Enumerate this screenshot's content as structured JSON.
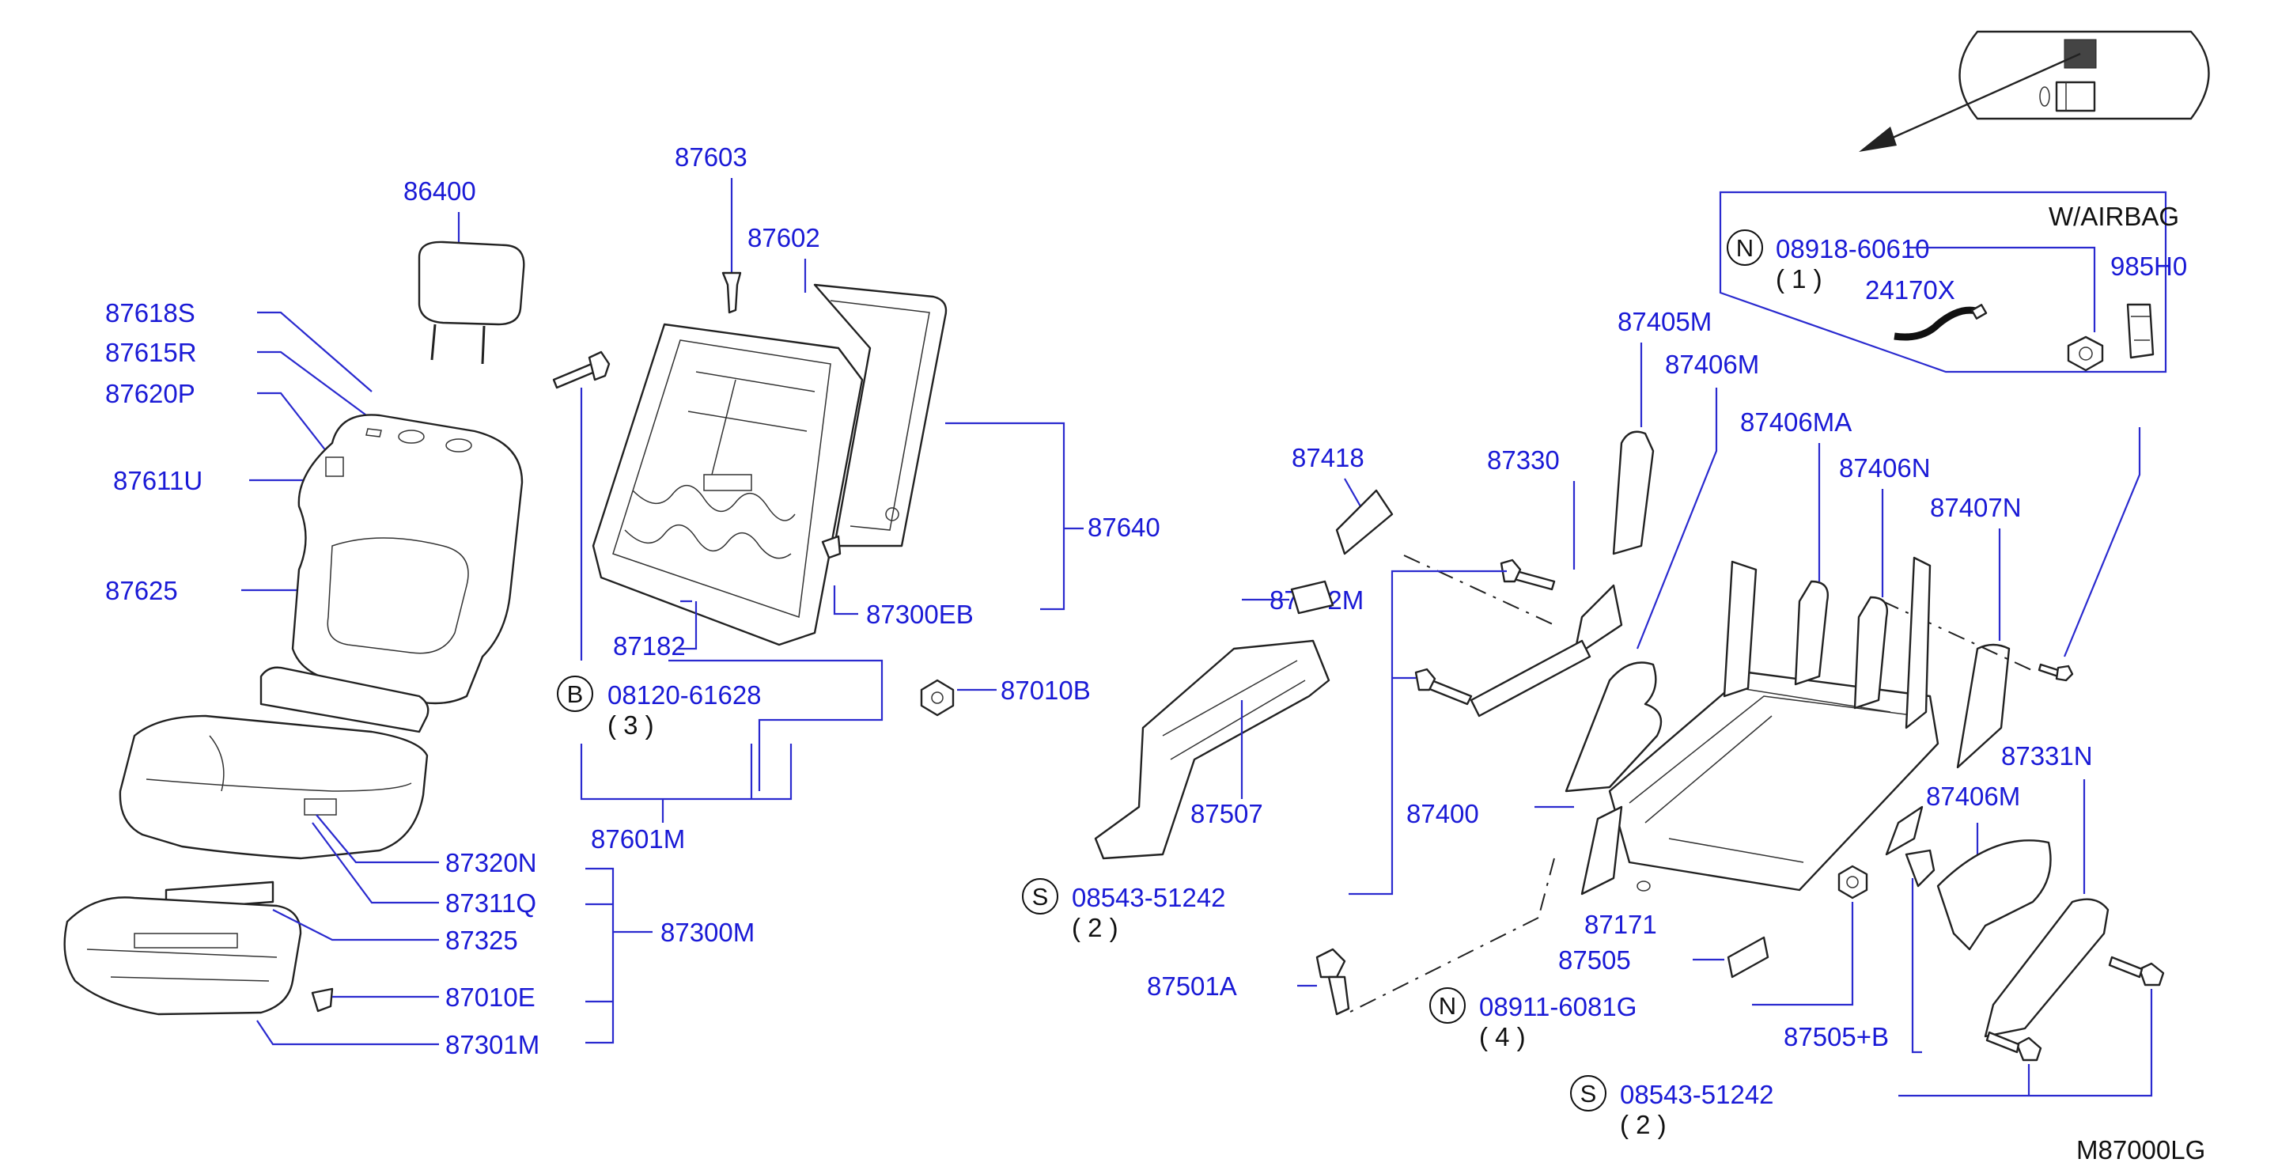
{
  "diagram_id": "M87000LG",
  "box_title": "W/AIRBAG",
  "parts": {
    "p86400": "86400",
    "p87618S": "87618S",
    "p87615R": "87615R",
    "p87620P": "87620P",
    "p87611U": "87611U",
    "p87625": "87625",
    "p87603": "87603",
    "p87602": "87602",
    "p87640": "87640",
    "p87872M": "87872M",
    "p87300EB": "87300EB",
    "p87182": "87182",
    "p87010B": "87010B",
    "p87601M": "87601M",
    "p87320N": "87320N",
    "p87311Q": "87311Q",
    "p87325": "87325",
    "p87300M": "87300M",
    "p87010E": "87010E",
    "p87301M": "87301M",
    "p87418": "87418",
    "p87330": "87330",
    "p87405M": "87405M",
    "p87406M": "87406M",
    "p87406MA": "87406MA",
    "p87406N": "87406N",
    "p87407N": "87407N",
    "p87331N": "87331N",
    "p87406M_b": "87406M",
    "p87507": "87507",
    "p87400": "87400",
    "p87171": "87171",
    "p87505": "87505",
    "p87505B": "87505+B",
    "p87501A": "87501A",
    "p24170X": "24170X",
    "p985H0": "985H0"
  },
  "fasteners": {
    "b": {
      "symbol": "B",
      "number": "08120-61628",
      "qty": "( 3 )"
    },
    "n1": {
      "symbol": "N",
      "number": "08918-60610",
      "qty": "( 1 )"
    },
    "s1": {
      "symbol": "S",
      "number": "08543-51242",
      "qty": "( 2 )"
    },
    "n2": {
      "symbol": "N",
      "number": "08911-6081G",
      "qty": "( 4 )"
    },
    "s2": {
      "symbol": "S",
      "number": "08543-51242",
      "qty": "( 2 )"
    }
  }
}
